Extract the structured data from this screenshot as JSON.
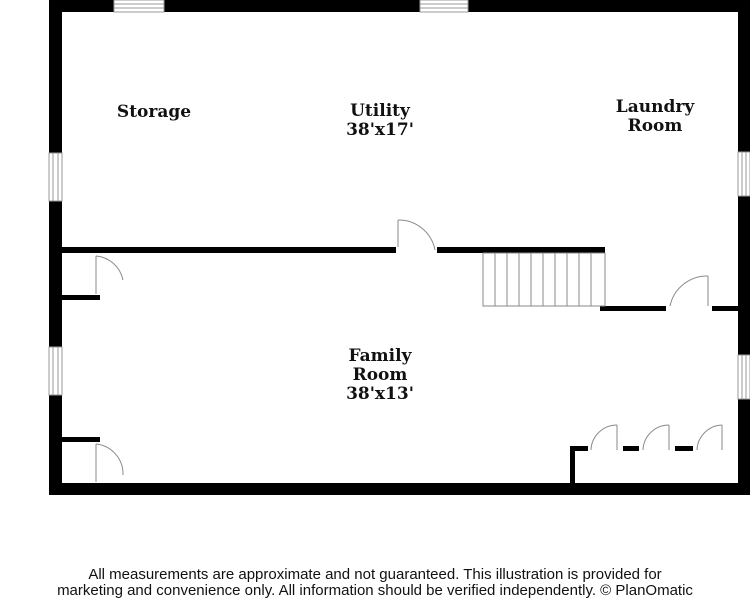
{
  "rooms": {
    "storage": {
      "name": "Storage"
    },
    "utility": {
      "name": "Utility",
      "dimensions": "38'x17'"
    },
    "laundry": {
      "name_line1": "Laundry",
      "name_line2": "Room"
    },
    "family": {
      "name_line1": "Family",
      "name_line2": "Room",
      "dimensions": "38'x13'"
    }
  },
  "disclaimer": {
    "line1": "All measurements are approximate and not guaranteed. This illustration is provided for",
    "line2": "marketing and convenience only. All information should be verified independently. © PlanOmatic"
  },
  "colors": {
    "wall": "#000000",
    "window": "#9a9a9a",
    "door": "#8a8a8a",
    "background": "#ffffff"
  },
  "icons": [
    "door-swing-icon",
    "window-icon",
    "stairs-icon"
  ]
}
